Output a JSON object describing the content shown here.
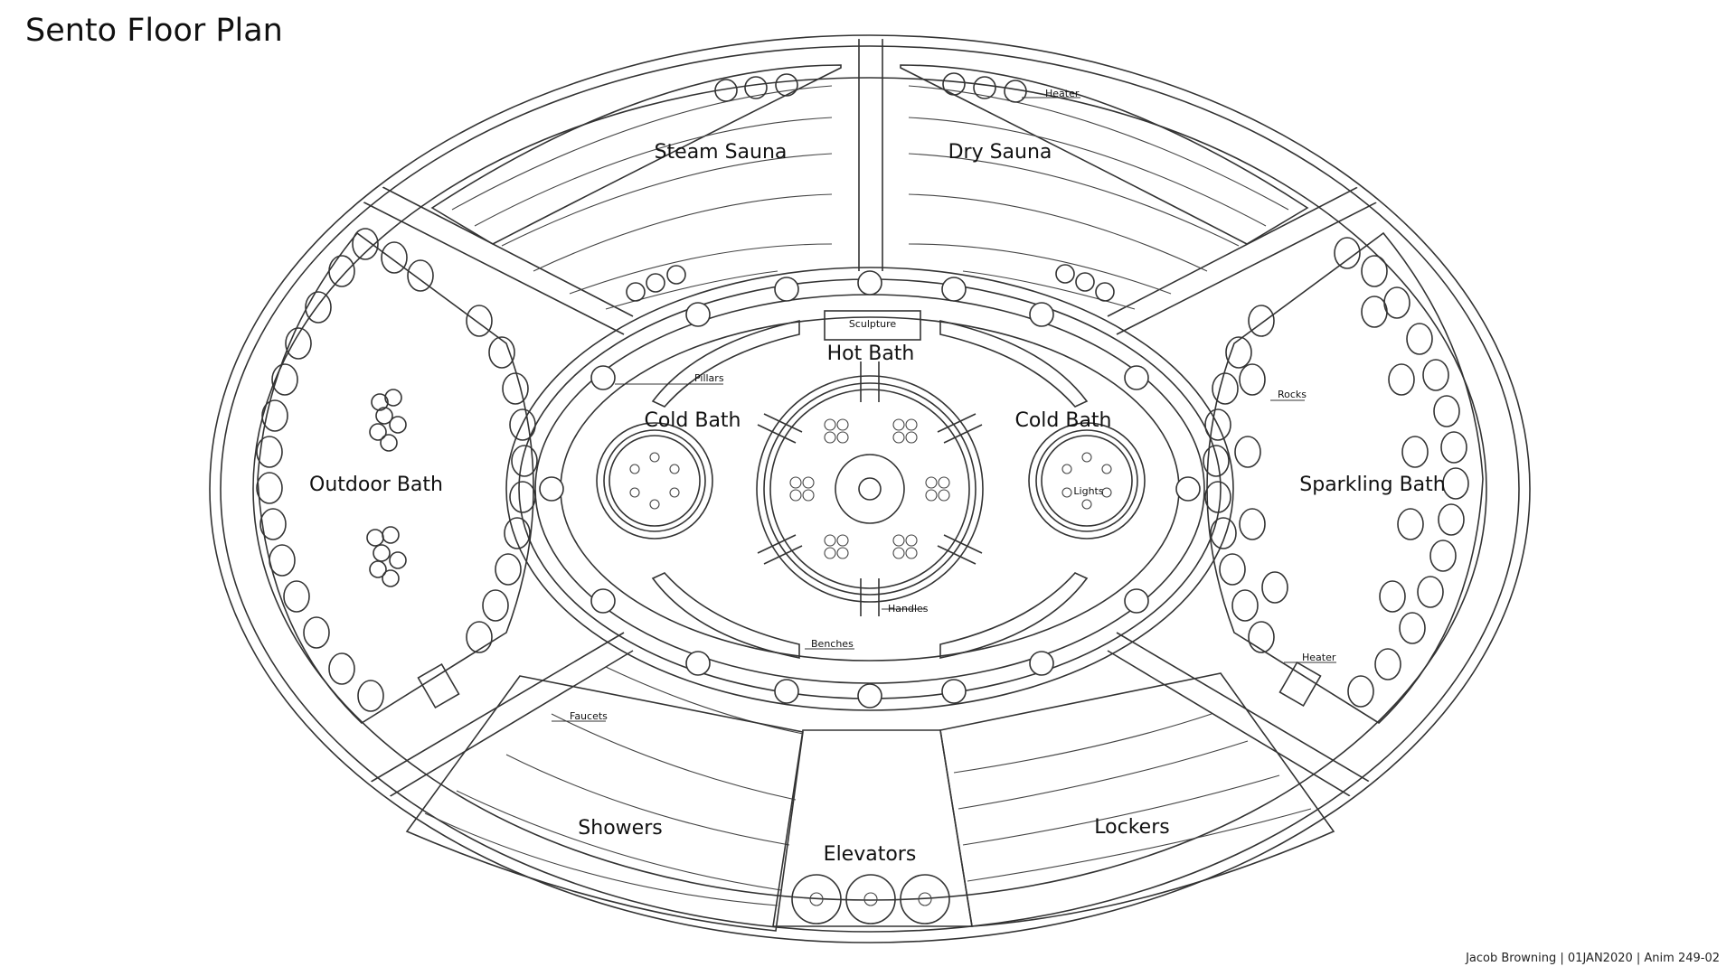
{
  "title": "Sento Floor Plan",
  "credits": "Jacob Browning | 01JAN2020 | Anim 249-02",
  "rooms": {
    "steam_sauna": "Steam Sauna",
    "dry_sauna": "Dry Sauna",
    "outdoor_bath": "Outdoor Bath",
    "sparkling_bath": "Sparkling Bath",
    "hot_bath": "Hot Bath",
    "cold_bath_left": "Cold Bath",
    "cold_bath_right": "Cold Bath",
    "showers": "Showers",
    "elevators": "Elevators",
    "lockers": "Lockers"
  },
  "annotations": {
    "heater_top": "Heater",
    "sculpture": "Sculpture",
    "pillars": "Pillars",
    "rocks": "Rocks",
    "lights": "Lights",
    "handles": "Handles",
    "benches": "Benches",
    "faucets": "Faucets",
    "heater_bottom": "Heater"
  }
}
